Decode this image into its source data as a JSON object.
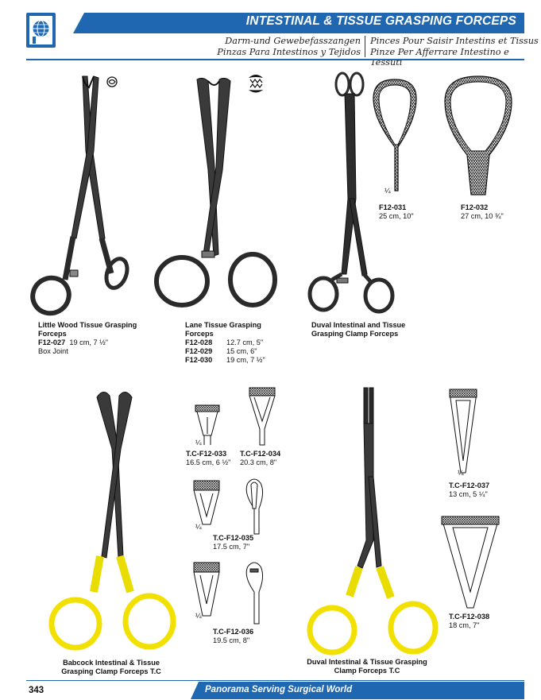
{
  "header": {
    "title": "INTESTINAL & TISSUE GRASPING FORCEPS",
    "sub_de": "Darm-und Gewebefasszangen",
    "sub_es": "Pinzas Para Intestinos y Tejidos",
    "sub_fr": "Pinces Pour Saisir Intestins et Tissus",
    "sub_it": "Pinze Per Afferrare Intestino e Tessuti"
  },
  "products": {
    "little_wood": {
      "name_line1": "Little Wood Tissue Grasping",
      "name_line2": "Forceps",
      "code": "F12-027",
      "size": "19 cm, 7 ½\"",
      "note": "Box Joint"
    },
    "lane": {
      "name_line1": "Lane Tissue Grasping",
      "name_line2": "Forceps",
      "rows": [
        {
          "code": "F12-028",
          "size": "12.7 cm, 5\""
        },
        {
          "code": "F12-029",
          "size": "15 cm, 6\""
        },
        {
          "code": "F12-030",
          "size": "19 cm, 7 ½\""
        }
      ]
    },
    "duval": {
      "name_line1": "Duval Intestinal and Tissue",
      "name_line2": "Grasping Clamp Forceps"
    },
    "f12_031": {
      "code": "F12-031",
      "size": "25 cm, 10\"",
      "scale": "¼"
    },
    "f12_032": {
      "code": "F12-032",
      "size": "27 cm, 10 ¾\""
    },
    "tc_033": {
      "code": "T.C-F12-033",
      "size": "16.5 cm, 6 ½\"",
      "scale": "¼"
    },
    "tc_034": {
      "code": "T.C-F12-034",
      "size": "20.3 cm, 8\""
    },
    "tc_035": {
      "code": "T.C-F12-035",
      "size": "17.5 cm, 7\"",
      "scale": "¼"
    },
    "tc_036": {
      "code": "T.C-F12-036",
      "size": "19.5 cm, 8\"",
      "scale": "¼"
    },
    "tc_037": {
      "code": "T.C-F12-037",
      "size": "13 cm, 5 ¼\"",
      "scale": "¼"
    },
    "tc_038": {
      "code": "T.C-F12-038",
      "size": "18 cm, 7\""
    },
    "babcock_tc": {
      "name_line1": "Babcock Intestinal & Tissue",
      "name_line2": "Grasping Clamp Forceps T.C"
    },
    "duval_tc": {
      "name_line1": "Duval Intestinal & Tissue Grasping",
      "name_line2": "Clamp Forceps T.C"
    }
  },
  "footer": {
    "page_number": "343",
    "slogan": "Panorama Serving Surgical World"
  },
  "icons": {
    "logo": "panorama-globe-logo",
    "box_joint": "box-joint-symbol",
    "serrated_jaw": "serrated-jaw-symbol"
  },
  "colors": {
    "brand_blue": "#1f67b1",
    "tc_gold": "#f2e100",
    "steel": "#2a2a2a"
  }
}
